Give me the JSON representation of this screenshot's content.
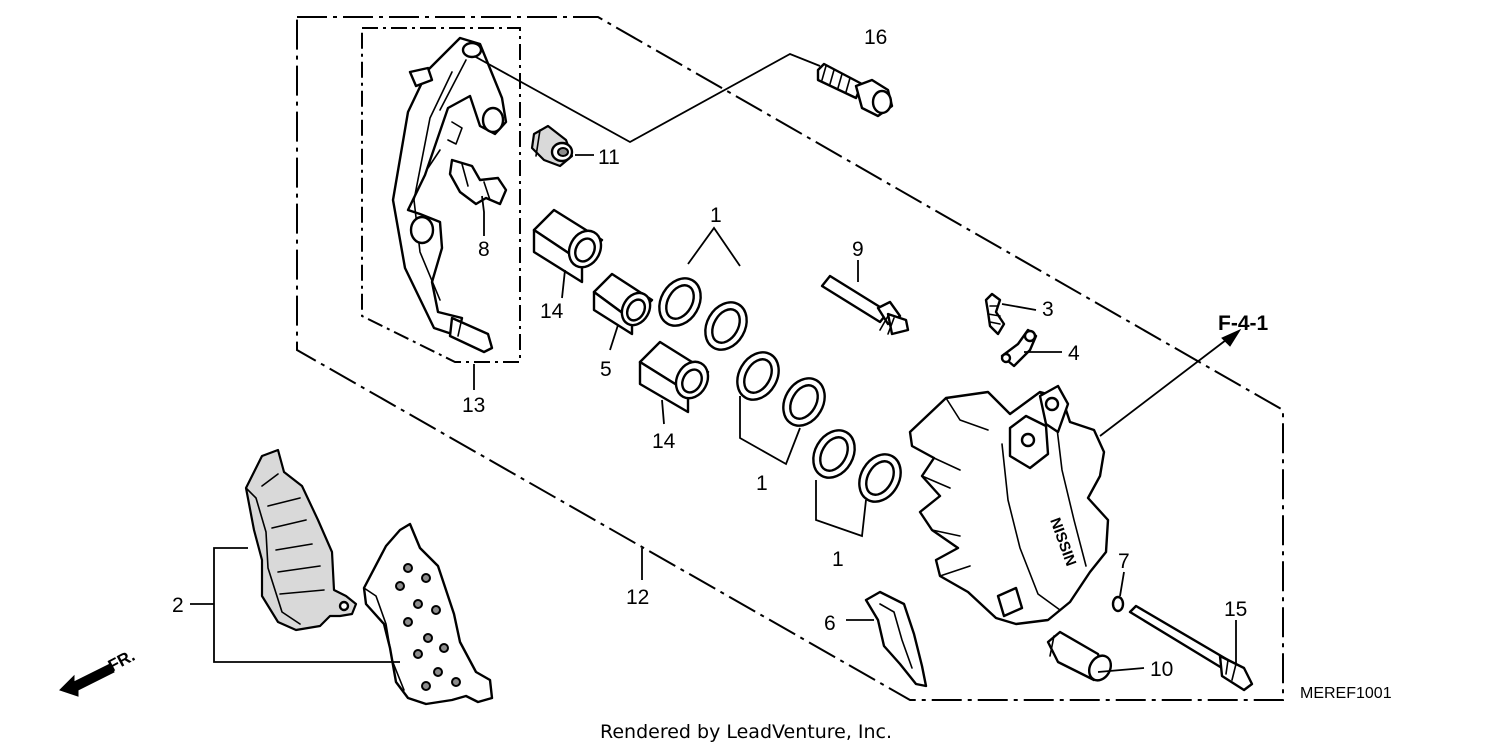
{
  "callouts": {
    "c1a": "1",
    "c1b": "1",
    "c1c": "1",
    "c2": "2",
    "c3": "3",
    "c4": "4",
    "c5": "5",
    "c6": "6",
    "c7": "7",
    "c8": "8",
    "c9": "9",
    "c10": "10",
    "c11": "11",
    "c12": "12",
    "c13": "13",
    "c14a": "14",
    "c14b": "14",
    "c15": "15",
    "c16": "16"
  },
  "reference": "F-4-1",
  "front_marker": "FR.",
  "caliper_brand": "NISSIN",
  "diagram_code": "MEREF1001",
  "credit": "Rendered by LeadVenture, Inc."
}
